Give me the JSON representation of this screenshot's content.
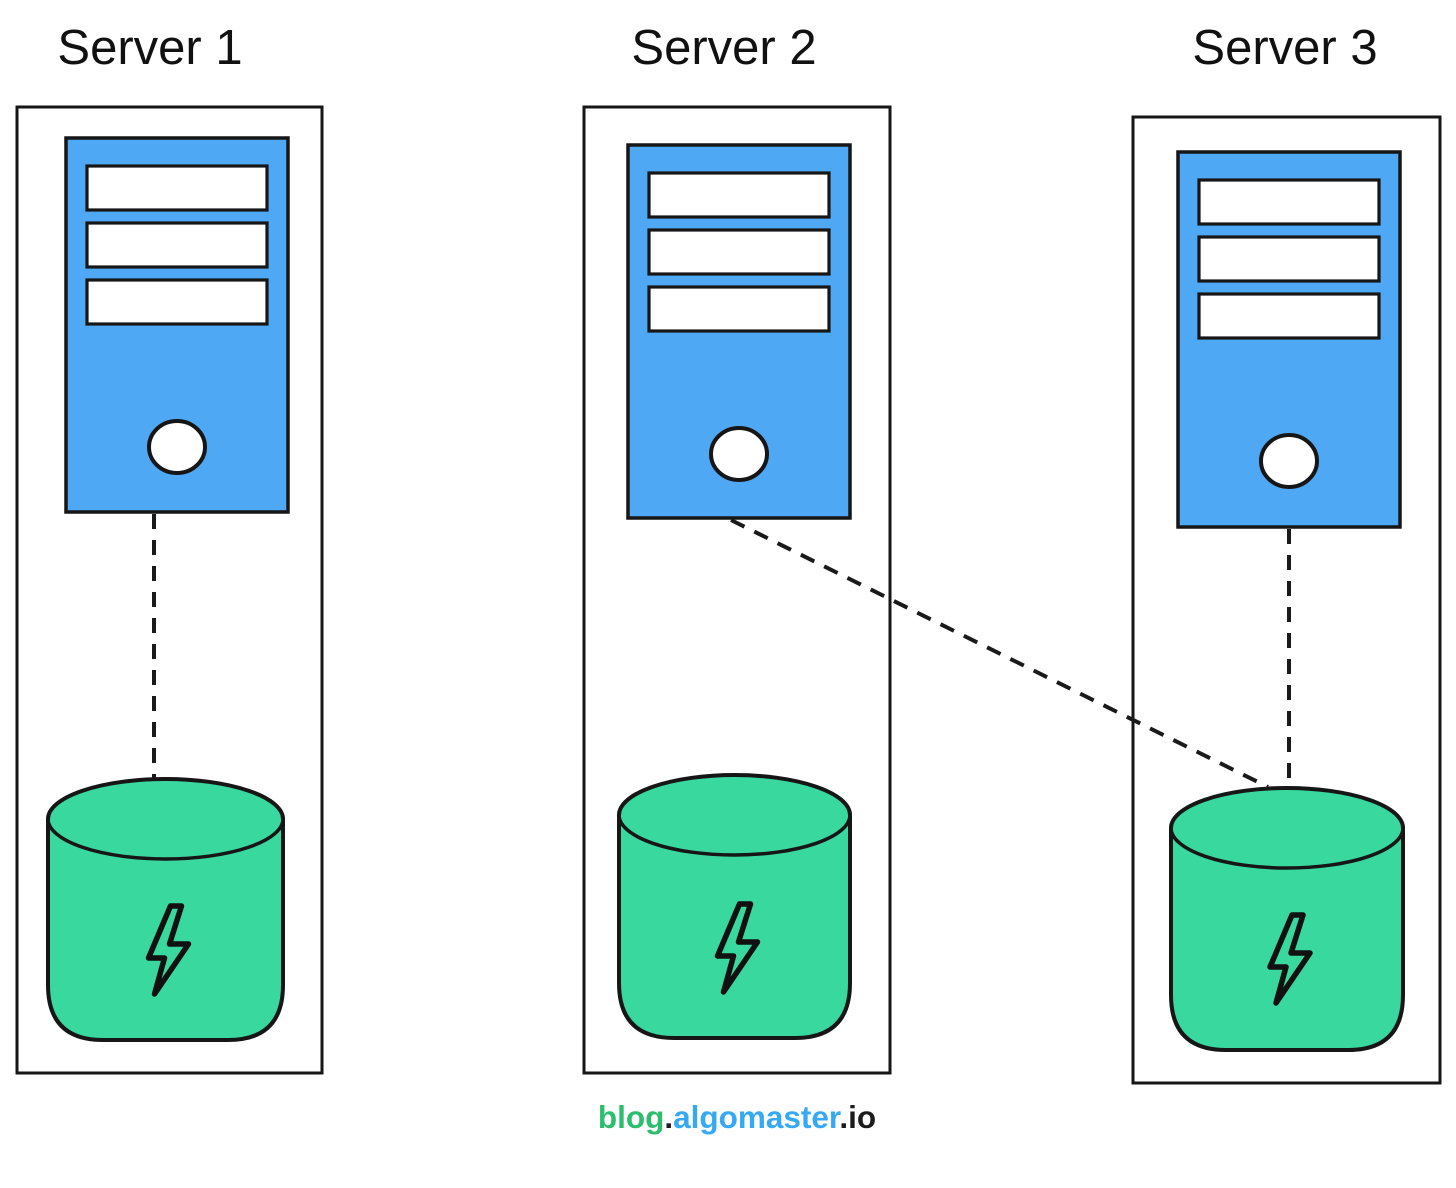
{
  "diagram": {
    "servers": [
      {
        "label": "Server 1",
        "icons": [
          "server-tower-icon",
          "cache-database-icon",
          "lightning-bolt-icon"
        ]
      },
      {
        "label": "Server 2",
        "icons": [
          "server-tower-icon",
          "cache-database-icon",
          "lightning-bolt-icon"
        ]
      },
      {
        "label": "Server 3",
        "icons": [
          "server-tower-icon",
          "cache-database-icon",
          "lightning-bolt-icon"
        ]
      }
    ],
    "connections": [
      {
        "from": "server-1-tower",
        "to": "server-1-cache",
        "line": "dashed"
      },
      {
        "from": "server-2-tower",
        "to": "server-3-cache",
        "line": "dashed"
      },
      {
        "from": "server-3-tower",
        "to": "server-3-cache",
        "line": "dashed"
      }
    ],
    "colors": {
      "server_fill": "#4FA8F3",
      "cache_fill": "#38D89E",
      "outline": "#161616",
      "background": "#FFFFFF"
    }
  },
  "footer": {
    "segments": [
      {
        "text": "blog",
        "color": "#2DBE6C"
      },
      {
        "text": ".",
        "color": "#1C1C1C"
      },
      {
        "text": "algomaster",
        "color": "#35A9F4"
      },
      {
        "text": ".io",
        "color": "#1C1C1C"
      }
    ]
  }
}
